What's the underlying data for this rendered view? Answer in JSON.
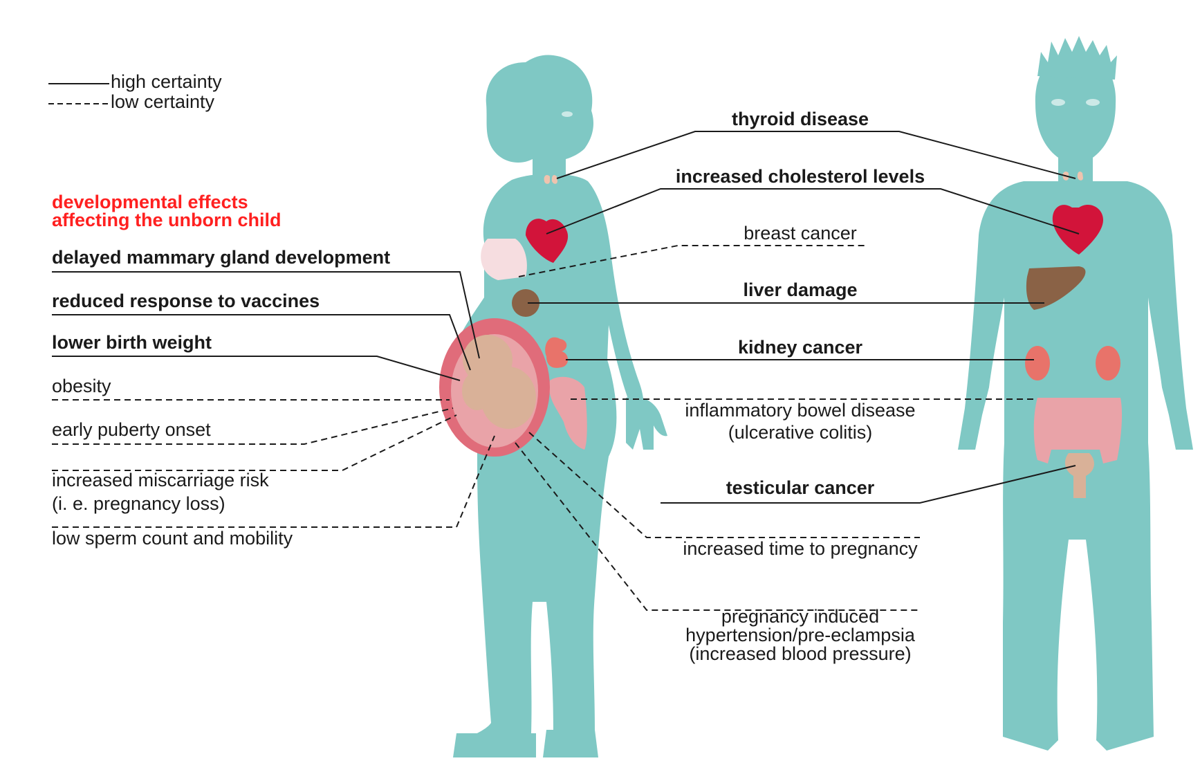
{
  "legend": {
    "high": "high certainty",
    "low": "low certainty"
  },
  "group_heading": {
    "line1": "developmental effects",
    "line2": "affecting the unborn child"
  },
  "left_labels": {
    "mammary": "delayed mammary gland development",
    "vaccines": "reduced response to vaccines",
    "birth_weight": "lower birth weight",
    "obesity": "obesity",
    "puberty": "early puberty onset",
    "miscarriage_1": "increased miscarriage risk",
    "miscarriage_2": "(i. e. pregnancy loss)",
    "sperm": "low sperm count and mobility"
  },
  "center_labels": {
    "thyroid": "thyroid disease",
    "cholesterol": "increased cholesterol levels",
    "breast": "breast cancer",
    "liver": "liver damage",
    "kidney": "kidney cancer",
    "ibd_1": "inflammatory bowel disease",
    "ibd_2": "(ulcerative colitis)",
    "testicular": "testicular cancer",
    "time_pregnancy": "increased time to pregnancy",
    "hyper_1": "pregnancy induced",
    "hyper_2": "hypertension/pre-eclampsia",
    "hyper_3": "(increased blood pressure)"
  },
  "colors": {
    "body": "#7fc8c4",
    "heart": "#d2143a",
    "liver": "#8a6246",
    "kidney": "#e8736a",
    "bowel": "#e9a3a8",
    "breast": "#f6dde0",
    "womb": "#e06c7a",
    "fetus": "#d9b198",
    "thyroid": "#efc3ae",
    "heading_red": "#ff2020",
    "line": "#1a1a1a"
  }
}
